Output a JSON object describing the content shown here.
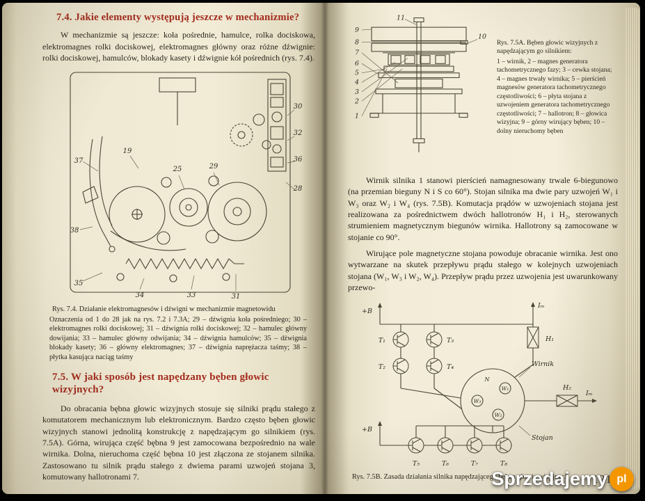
{
  "left": {
    "s74": {
      "heading": "7.4. Jakie elementy występują jeszcze w mechanizmie?",
      "para": "W mechanizmie są jeszcze: koła pośrednie, hamulce, rolka dociskowa, elektromagnes rolki dociskowej, elektromagnes główny oraz różne dźwignie: rolki dociskowej, hamulców, blokady kasety i dźwignie kół pośrednich (rys. 7.4)."
    },
    "fig74": {
      "labels": [
        "37",
        "38",
        "35",
        "34",
        "33",
        "31",
        "25",
        "29",
        "19",
        "30",
        "32",
        "36",
        "28"
      ],
      "caption_title": "Rys. 7.4. Działanie elektromagnesów i dźwigni w mechanizmie magnetowidu",
      "caption_body": "Oznaczenia od 1 do 28 jak na rys. 7.2 i 7.3A; 29 – dźwignia koła pośredniego; 30 – elektromagnes rolki dociskowej; 31 – dźwignia rolki dociskowej; 32 – hamulec główny dowijania; 33 – hamulec główny odwijania; 34 – dźwignia hamulców; 35 – dźwignia blokady kasety; 36 – główny elektromagnes; 37 – dźwignia naprężacza taśmy; 38 – płytka kasująca naciąg taśmy"
    },
    "s75": {
      "heading": "7.5. W jaki sposób jest napędzany bęben głowic wizyjnych?",
      "para": "Do obracania bębna głowic wizyjnych stosuje się silniki prądu stałego z komutatorem mechanicznym lub elektronicznym. Bardzo często bęben głowic wizyjnych stanowi jednolitą konstrukcję z napędzającym go silnikiem (rys. 7.5A). Górna, wirująca część bębna 9 jest zamocowana bezpośrednio na wale wirnika. Dolna, nieruchoma część bębna 10 jest złączona ze stojanem silnika. Zastosowano tu silnik prądu stałego z dwiema parami uzwojeń stojana 3, komutowany hallotronami 7."
    }
  },
  "right": {
    "fig75a": {
      "labels": [
        "11",
        "10",
        "9",
        "8",
        "7",
        "6",
        "5",
        "4",
        "3",
        "2",
        "1"
      ],
      "caption_title": "Rys. 7.5A. Bęben głowic wizyjnych z napędzającym go silnikiem:",
      "caption_body": "1 – wirnik, 2 – magnes generatora tachometrycznego fazy; 3 – cewka stojana; 4 – magnes trwały wirnika; 5 – pierścień magnesów generatora tachometrycznego częstotliwości; 6 – płyta stojana z uzwojeniem generatora tachometrycznego częstotliwości; 7 – hallotron; 8 – głowica wizyjna; 9 – górny wirujący bęben; 10 – dolny nieruchomy bęben"
    },
    "para1": "Wirnik silnika 1 stanowi pierścień namagnesowany trwale 6-biegunowo (na przemian bieguny N i S co 60°). Stojan silnika ma dwie pary uzwojeń W₁ i W₃ oraz W₂ i W₄ (rys. 7.5B). Komutacja prądów w uzwojeniach stojana jest realizowana za pośrednictwem dwóch hallotronów H₁ i H₂, sterowanych strumieniem magnetycznym biegunów wirnika. Hallotrony są zamocowane w stojanie co 90°.",
    "para2": "Wirujące pole magnetyczne stojana powoduje obracanie wirnika. Jest ono wytwarzane na skutek przepływu prądu stałego w kolejnych uzwojeniach stojana (W₁, W₃ i W₂, W₄). Przepływ prądu przez uzwojenia jest uwarunkowany przewo-",
    "fig75b": {
      "t": [
        "T₁",
        "T₂",
        "T₃",
        "T₄",
        "T₅",
        "T₆",
        "T₇",
        "T₈"
      ],
      "w": [
        "W₁",
        "W₂",
        "W₃"
      ],
      "h": [
        "H₁",
        "H₂"
      ],
      "plus_b": "+B",
      "im": "Iₘ",
      "wirnik": "Wirnik",
      "stojan": "Stojan",
      "n": "N",
      "caption": "Rys. 7.5B. Zasada działania silnika napędzającego bęben głowic wizyjnych"
    },
    "page_number": "121"
  },
  "watermark": {
    "brand": "Sprzedajemy",
    "tld": "pl"
  }
}
